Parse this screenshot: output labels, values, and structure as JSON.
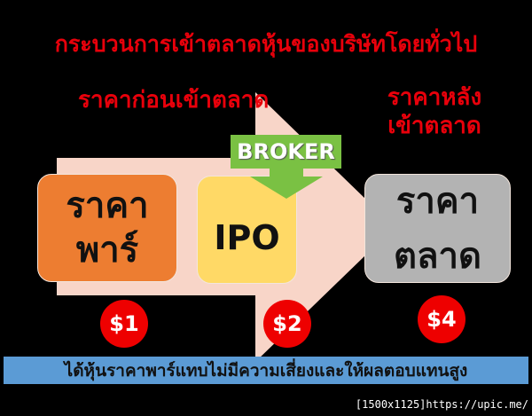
{
  "title": "กระบวนการเข้าตลาดหุ้นของบริษัทโดยทั่วไป",
  "labels": {
    "before_market": "ราคาก่อนเข้าตลาด",
    "after_market_line1": "ราคาหลัง",
    "after_market_line2": "เข้าตลาด"
  },
  "stages": [
    {
      "line1": "ราคา",
      "line2": "พาร์",
      "price": "$1",
      "color": "#ed7d31"
    },
    {
      "line1": "IPO",
      "line2": "",
      "price": "$2",
      "color": "#ffd966"
    },
    {
      "line1": "ราคา",
      "line2": "ตลาด",
      "price": "$4",
      "color": "#b3b3b3"
    }
  ],
  "broker": {
    "label": "BROKER",
    "color": "#7ac143"
  },
  "banner": "ได้หุ้นราคาพาร์แทบไม่มีความเสี่ยงและให้ผลตอบแทนสูง",
  "watermark": "[1500x1125]https://upic.me/",
  "colors": {
    "title_red": "#e8000b",
    "arrow_fill": "#f8d5c8",
    "coin_red": "#ee0000",
    "banner_blue": "#5b9bd5"
  }
}
